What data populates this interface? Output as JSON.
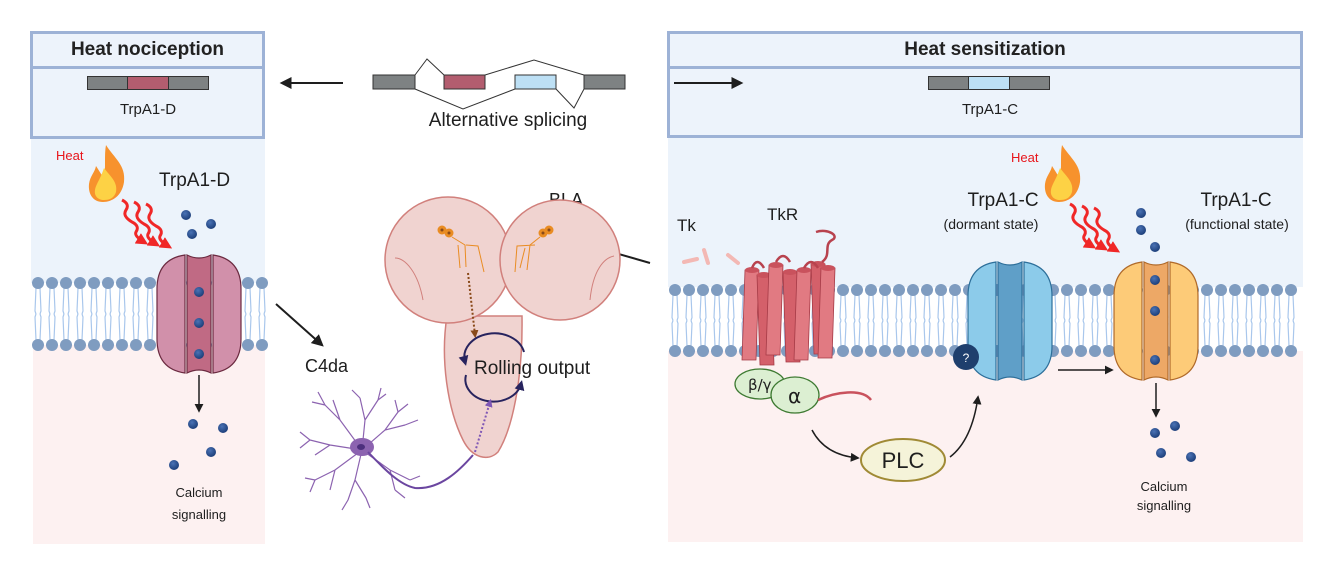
{
  "left_panel": {
    "title": "Heat nociception",
    "isoform_label": "TrpA1-D",
    "heat_label": "Heat",
    "channel_label": "TrpA1-D",
    "output_label_line1": "Calcium",
    "output_label_line2": "signalling"
  },
  "center": {
    "splicing_label": "Alternative splicing",
    "neuron_label": "C4da",
    "brain_region_label": "BLA",
    "brain_output_label": "Rolling output"
  },
  "right_panel": {
    "title": "Heat sensitization",
    "isoform_label": "TrpA1-C",
    "ligand_label": "Tk",
    "receptor_label": "TkR",
    "g_beta_gamma_label": "β/γ",
    "g_alpha_label": "α",
    "plc_label": "PLC",
    "unknown_label": "?",
    "dormant_channel_label": "TrpA1-C",
    "dormant_state_label": "(dormant state)",
    "heat_label": "Heat",
    "functional_channel_label": "TrpA1-C",
    "functional_state_label": "(functional state)",
    "output_label_line1": "Calcium",
    "output_label_line2": "signalling"
  },
  "colors": {
    "header_border": "#9db2d6",
    "header_fill": "#edf3fb",
    "extracellular": "#ecf3fb",
    "cytoplasm": "#fdf1f1",
    "lipid_head": "#7f9cc0",
    "lipid_tail": "#a9c7ec",
    "exon_grey": "#7e8283",
    "exon_D": "#b35d6f",
    "exon_C": "#bde0f5",
    "trpa1_d": "#d190aa",
    "trpa1_c_dormant": "#8ccbea",
    "trpa1_c_functional": "#fdcb78",
    "calcium": "#264d8c",
    "heat_text": "#e8151b",
    "tkr": "#d4606a",
    "g_protein": "#dcefd2",
    "plc": "#f5f3d9",
    "brain": "#f0d3d0",
    "neuron": "#8c63b0"
  }
}
